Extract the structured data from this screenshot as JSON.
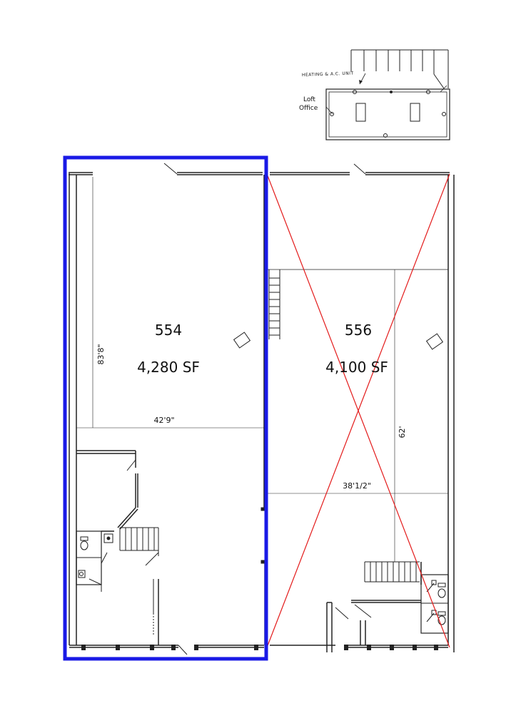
{
  "colors": {
    "highlight": "#1a1ae6",
    "cross": "#e31b1b",
    "wall": "#222222"
  },
  "loft": {
    "label_line1": "Loft",
    "label_line2": "Office",
    "hvac_label": "HEATING & A.C. UNIT"
  },
  "units": [
    {
      "number": "554",
      "area": "4,280 SF",
      "depth": "83'8\"",
      "width": "42'9\"",
      "selected": true
    },
    {
      "number": "556",
      "area": "4,100 SF",
      "depth": "62'",
      "width": "38'1/2\"",
      "selected": false
    }
  ]
}
